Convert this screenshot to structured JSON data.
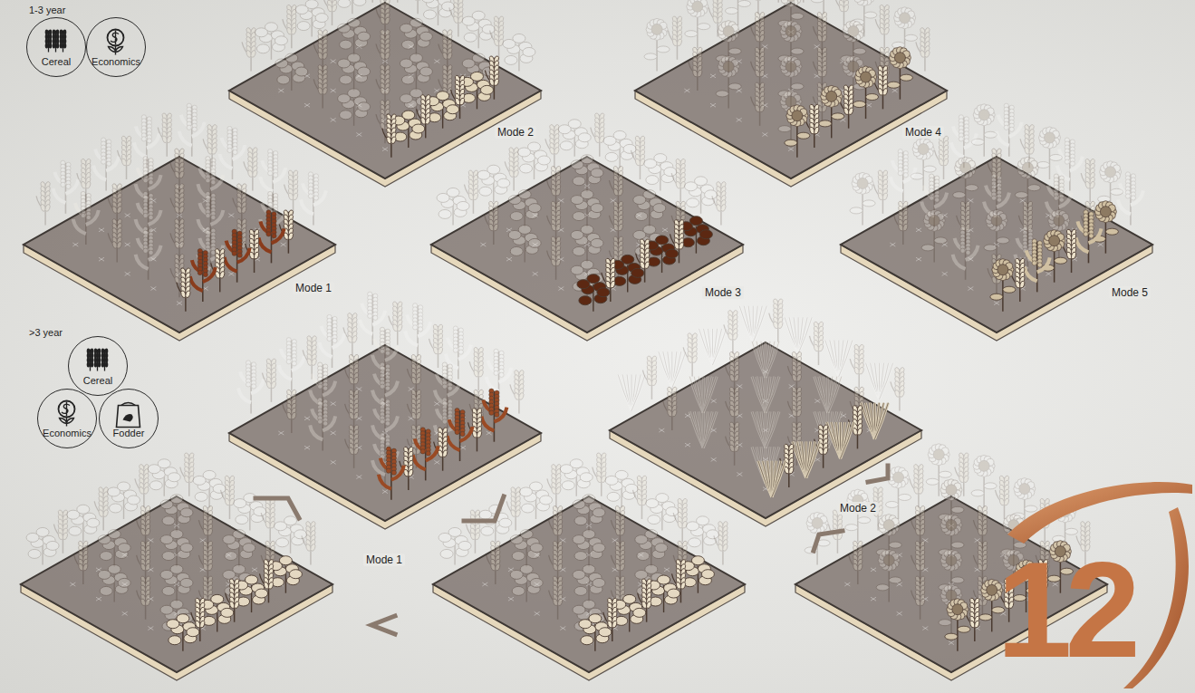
{
  "diagram": {
    "nodes": [
      {
        "text": [
          "Cereal"
        ]
      },
      {
        "text": [
          "Economics"
        ]
      },
      {
        "text": [
          "Cereal"
        ]
      },
      {
        "text": [
          "Economics"
        ]
      },
      {
        "text": [
          "Fodder"
        ]
      }
    ],
    "labels": [
      "1-3 year",
      "Mode 2",
      "Mode 4",
      "Mode 1",
      "Mode 3",
      "Mode 5",
      ">3 year",
      "Mode 2",
      "Mode 1",
      "12"
    ]
  }
}
